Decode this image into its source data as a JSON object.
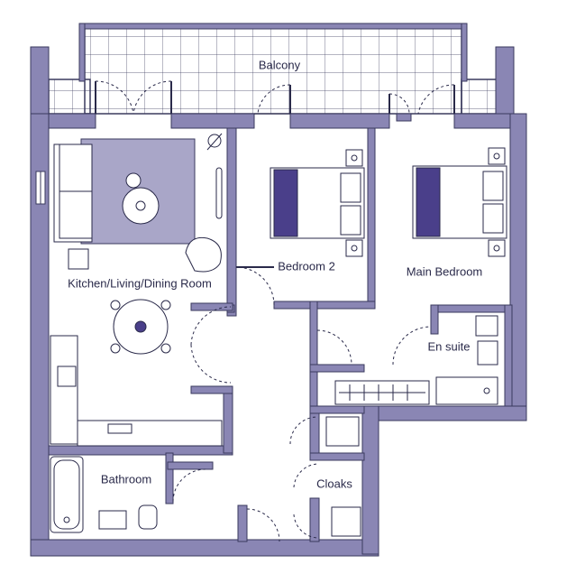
{
  "rooms": {
    "balcony": "Balcony",
    "kitchen_living_dining": "Kitchen/Living/Dining Room",
    "bedroom_2": "Bedroom 2",
    "main_bedroom": "Main Bedroom",
    "en_suite": "En suite",
    "bathroom": "Bathroom",
    "cloaks": "Cloaks"
  },
  "colors": {
    "wall": "#8a86b4",
    "wall_outline": "#3a3a5e",
    "line": "#2a2a4a",
    "rug": "#a9a6c8",
    "accent": "#4a3f8a"
  }
}
